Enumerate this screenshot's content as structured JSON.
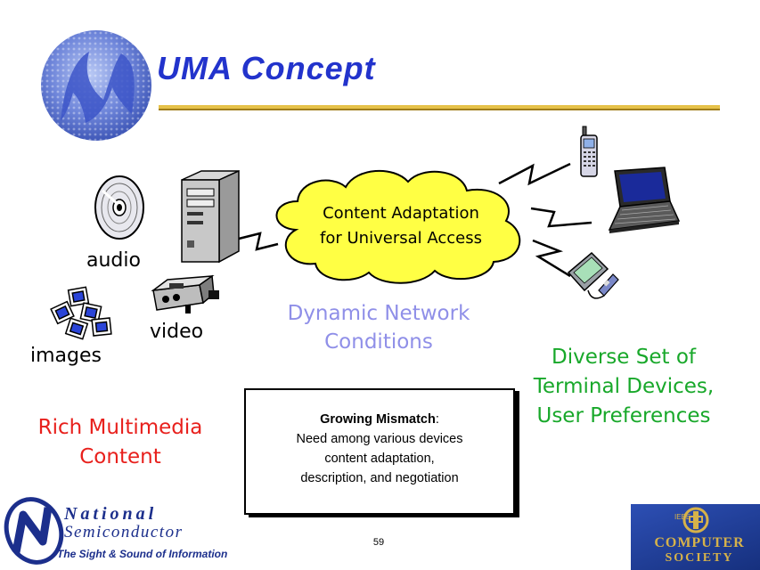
{
  "slide": {
    "title": "UMA Concept",
    "page_number": "59"
  },
  "media": {
    "audio_label": "audio",
    "video_label": "video",
    "images_label": "images",
    "rich_line1": "Rich Multimedia",
    "rich_line2": "Content"
  },
  "cloud": {
    "line1": "Content Adaptation",
    "line2": "for Universal Access"
  },
  "network": {
    "line1": "Dynamic Network",
    "line2": "Conditions"
  },
  "devices": {
    "line1": "Diverse Set of",
    "line2": "Terminal Devices,",
    "line3": "User Preferences"
  },
  "mismatch_box": {
    "heading": "Growing Mismatch",
    "heading_suffix": ":",
    "line1": "Need among various devices",
    "line2": "content adaptation,",
    "line3": "description, and negotiation"
  },
  "national_logo": {
    "line1": "National",
    "line2": "Semiconductor",
    "tagline": "The Sight & Sound of Information"
  },
  "computer_society_logo": {
    "ieee": "IEEE",
    "line1": "COMPUTER",
    "line2": "SOCIETY"
  },
  "colors": {
    "title": "#2233cc",
    "rich": "#e8201c",
    "network": "#8f8fe8",
    "devices": "#18a82a",
    "cloud_fill": "#ffff44"
  }
}
